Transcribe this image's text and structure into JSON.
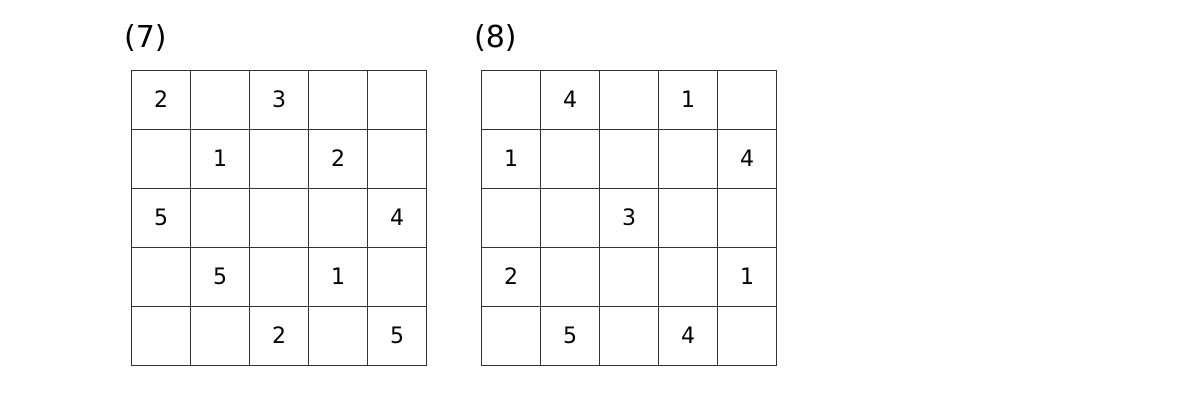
{
  "puzzles": [
    {
      "label": "(7)",
      "grid": [
        [
          "2",
          "",
          "3",
          "",
          ""
        ],
        [
          "",
          "1",
          "",
          "2",
          ""
        ],
        [
          "5",
          "",
          "",
          "",
          "4"
        ],
        [
          "",
          "5",
          "",
          "1",
          ""
        ],
        [
          "",
          "",
          "2",
          "",
          "5"
        ]
      ]
    },
    {
      "label": "(8)",
      "grid": [
        [
          "",
          "4",
          "",
          "1",
          ""
        ],
        [
          "1",
          "",
          "",
          "",
          "4"
        ],
        [
          "",
          "",
          "3",
          "",
          ""
        ],
        [
          "2",
          "",
          "",
          "",
          "1"
        ],
        [
          "",
          "5",
          "",
          "4",
          ""
        ]
      ]
    }
  ]
}
